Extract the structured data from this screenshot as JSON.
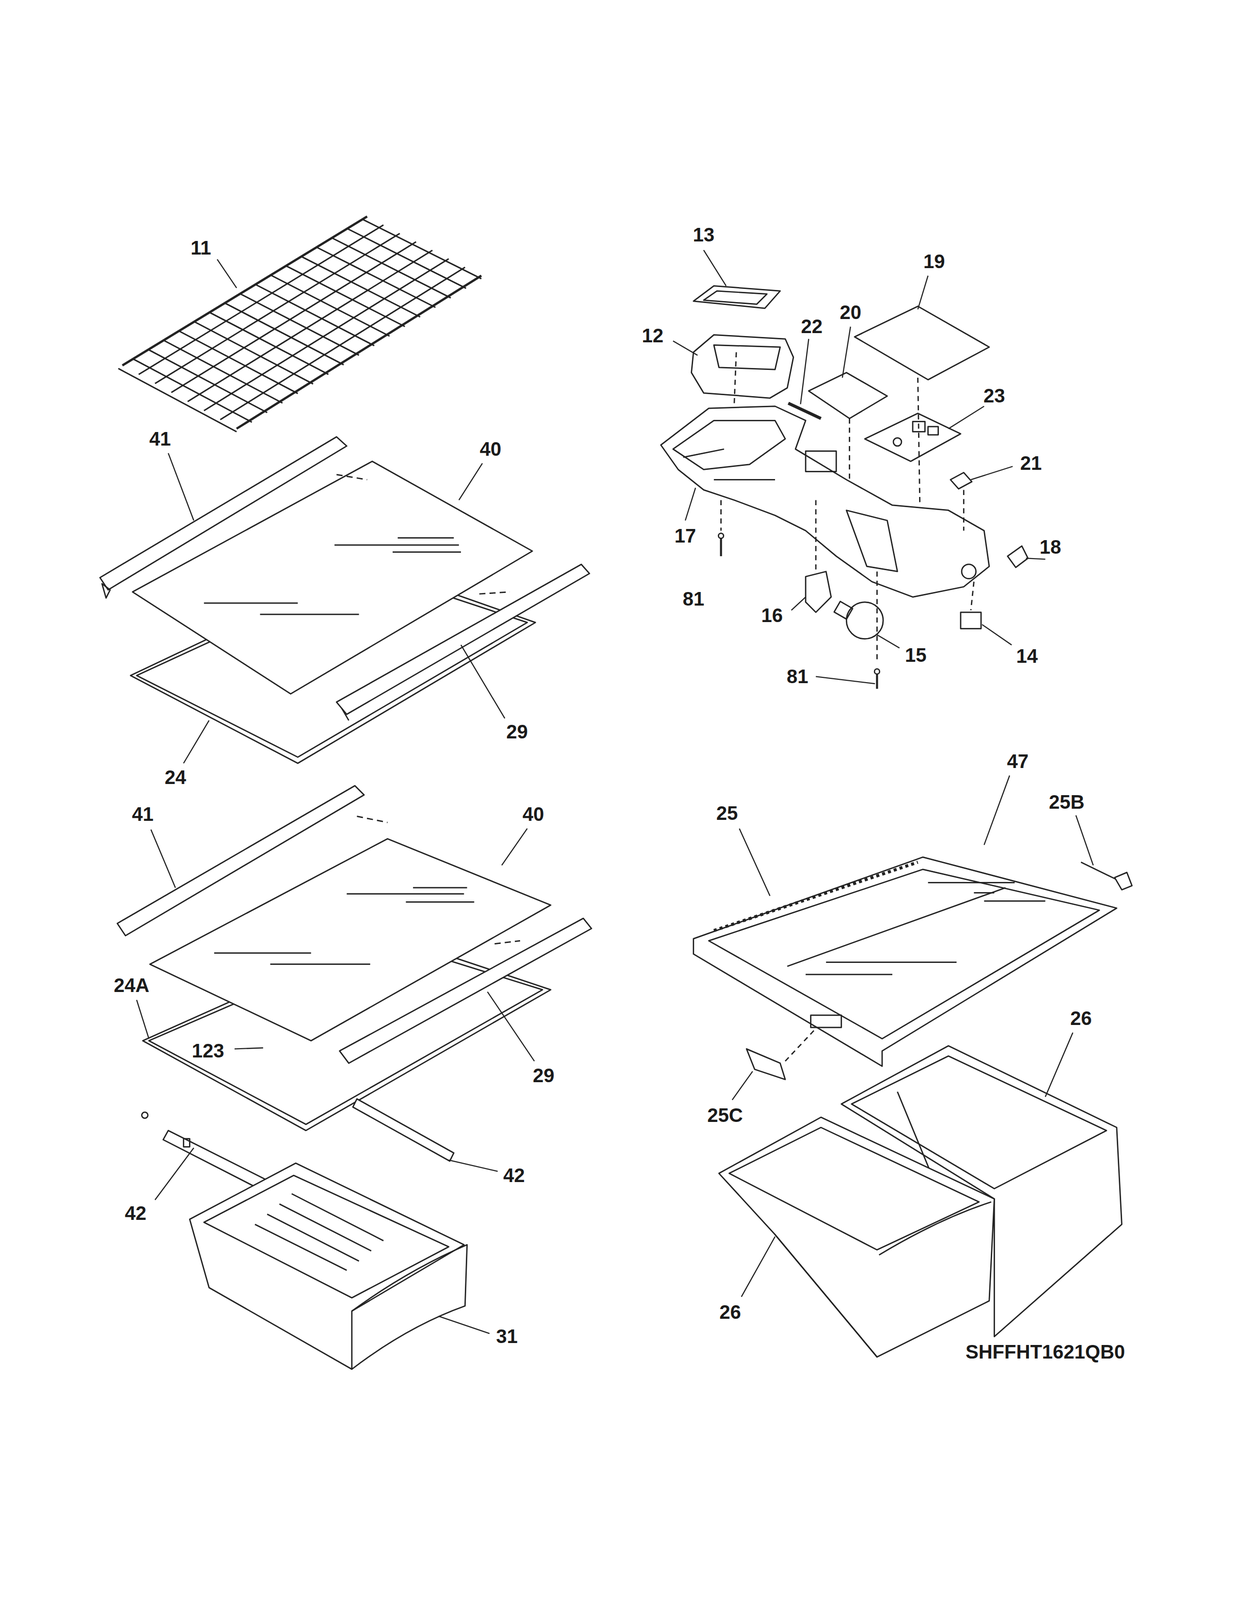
{
  "diagram": {
    "labels": [
      "11",
      "13",
      "19",
      "12",
      "22",
      "20",
      "23",
      "21",
      "17",
      "18",
      "81",
      "16",
      "15",
      "14",
      "81",
      "41",
      "40",
      "29",
      "24",
      "41",
      "40",
      "47",
      "25",
      "25B",
      "24A",
      "123",
      "29",
      "26",
      "25C",
      "42",
      "42",
      "31",
      "26",
      "SHFFHT1621QB0"
    ]
  }
}
